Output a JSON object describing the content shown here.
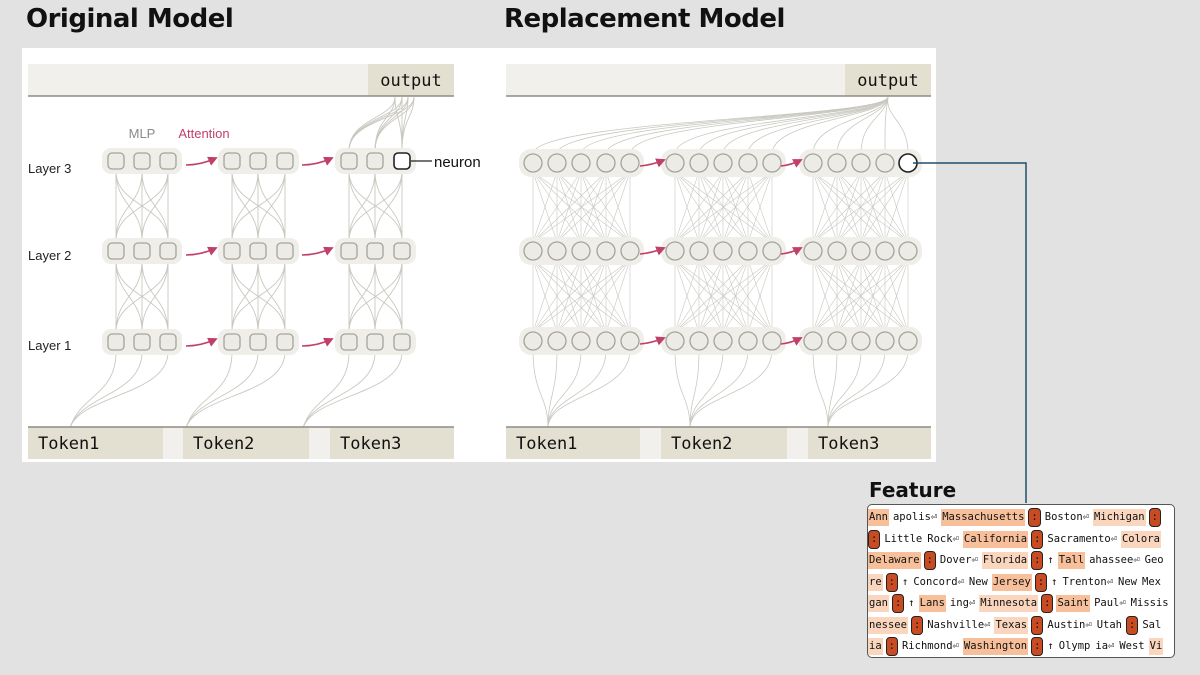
{
  "titles": {
    "original": "Original Model",
    "replacement": "Replacement Model",
    "feature": "Feature"
  },
  "original": {
    "output_label": "output",
    "legend": {
      "mlp": "MLP",
      "attention": "Attention"
    },
    "layers": [
      "Layer 3",
      "Layer 2",
      "Layer 1"
    ],
    "neuron_label": "neuron",
    "tokens": [
      "Token1",
      "Token2",
      "Token3"
    ]
  },
  "replacement": {
    "output_label": "output",
    "tokens": [
      "Token1",
      "Token2",
      "Token3"
    ]
  },
  "colors": {
    "attention": "#c0406a",
    "node_fill": "#ecebe5",
    "node_stroke": "#a5a49a",
    "token_bg": "#e3e0d2",
    "output_bg": "#e3e0d2",
    "hot": "#c94b22",
    "highlight": "#f9d6bd",
    "connector": "#1f4e6b"
  },
  "feature_rows": [
    [
      {
        "t": "Ann",
        "s": "h2"
      },
      {
        "t": "apolis⏎",
        "s": ""
      },
      {
        "t": "Massachusetts",
        "s": "h2"
      },
      {
        "t": ":",
        "s": "hot"
      },
      {
        "t": "Boston⏎",
        "s": ""
      },
      {
        "t": "Michigan",
        "s": "h1"
      },
      {
        "t": ":",
        "s": "hot"
      }
    ],
    [
      {
        "t": ":",
        "s": "hot"
      },
      {
        "t": "Little",
        "s": ""
      },
      {
        "t": "Rock⏎",
        "s": ""
      },
      {
        "t": "California",
        "s": "h2"
      },
      {
        "t": ":",
        "s": "hot"
      },
      {
        "t": "Sacramento⏎",
        "s": ""
      },
      {
        "t": "Colora",
        "s": "h1"
      }
    ],
    [
      {
        "t": "Delaware",
        "s": "h2"
      },
      {
        "t": ":",
        "s": "hot"
      },
      {
        "t": "Dover⏎",
        "s": ""
      },
      {
        "t": "Florida",
        "s": "h1"
      },
      {
        "t": ":",
        "s": "hot"
      },
      {
        "t": "↑",
        "s": ""
      },
      {
        "t": "Tall",
        "s": "h2"
      },
      {
        "t": "ahassee⏎",
        "s": ""
      },
      {
        "t": "Geo",
        "s": ""
      }
    ],
    [
      {
        "t": "re",
        "s": "h1"
      },
      {
        "t": ":",
        "s": "hot"
      },
      {
        "t": "↑",
        "s": ""
      },
      {
        "t": "Concord⏎",
        "s": ""
      },
      {
        "t": "New",
        "s": ""
      },
      {
        "t": "Jersey",
        "s": "h2"
      },
      {
        "t": ":",
        "s": "hot"
      },
      {
        "t": "↑",
        "s": ""
      },
      {
        "t": "Trenton⏎",
        "s": ""
      },
      {
        "t": "New",
        "s": ""
      },
      {
        "t": "Mex",
        "s": ""
      }
    ],
    [
      {
        "t": "gan",
        "s": "h1"
      },
      {
        "t": ":",
        "s": "hot"
      },
      {
        "t": "↑",
        "s": ""
      },
      {
        "t": "Lans",
        "s": "h2"
      },
      {
        "t": "ing⏎",
        "s": ""
      },
      {
        "t": "Minnesota",
        "s": "h1"
      },
      {
        "t": ":",
        "s": "hot"
      },
      {
        "t": "Saint",
        "s": "h2"
      },
      {
        "t": "Paul⏎",
        "s": ""
      },
      {
        "t": "Missis",
        "s": ""
      }
    ],
    [
      {
        "t": "nessee",
        "s": "h1"
      },
      {
        "t": ":",
        "s": "hot"
      },
      {
        "t": "Nashville⏎",
        "s": ""
      },
      {
        "t": "Texas",
        "s": "h1"
      },
      {
        "t": ":",
        "s": "hot"
      },
      {
        "t": "Austin⏎",
        "s": ""
      },
      {
        "t": "Utah",
        "s": ""
      },
      {
        "t": ":",
        "s": "hot"
      },
      {
        "t": "Sal",
        "s": ""
      }
    ],
    [
      {
        "t": "ia",
        "s": "h1"
      },
      {
        "t": ":",
        "s": "hot"
      },
      {
        "t": "Richmond⏎",
        "s": ""
      },
      {
        "t": "Washington",
        "s": "h2"
      },
      {
        "t": ":",
        "s": "hot"
      },
      {
        "t": "↑",
        "s": ""
      },
      {
        "t": "Olymp",
        "s": ""
      },
      {
        "t": "ia⏎",
        "s": ""
      },
      {
        "t": "West",
        "s": ""
      },
      {
        "t": "Vi",
        "s": "h1"
      }
    ]
  ]
}
